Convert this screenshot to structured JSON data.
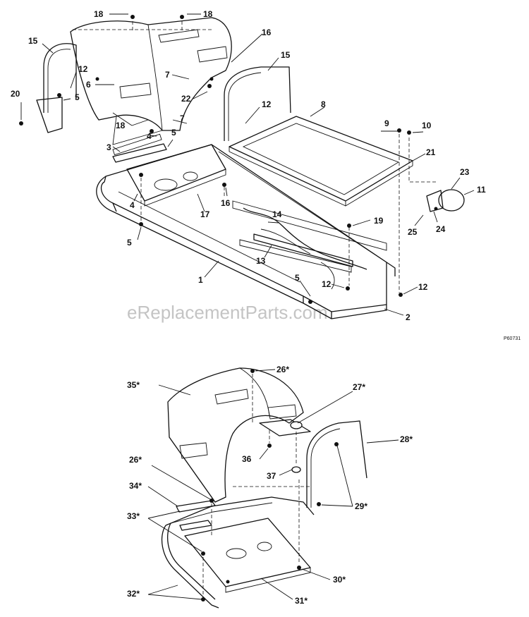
{
  "watermark": "eReplacementParts.com",
  "figure_code": "P60731",
  "upper_callouts": [
    "18",
    "18",
    "16",
    "15",
    "15",
    "12",
    "6",
    "5",
    "7",
    "7",
    "22",
    "20",
    "18",
    "4",
    "5",
    "3",
    "12",
    "8",
    "9",
    "10",
    "21",
    "23",
    "11",
    "25",
    "24",
    "19",
    "16",
    "17",
    "14",
    "13",
    "4",
    "5",
    "1",
    "5",
    "12",
    "12",
    "2"
  ],
  "lower_callouts": [
    "26*",
    "35*",
    "27*",
    "28*",
    "26*",
    "36",
    "37",
    "34*",
    "29*",
    "33*",
    "30*",
    "32*",
    "31*"
  ]
}
